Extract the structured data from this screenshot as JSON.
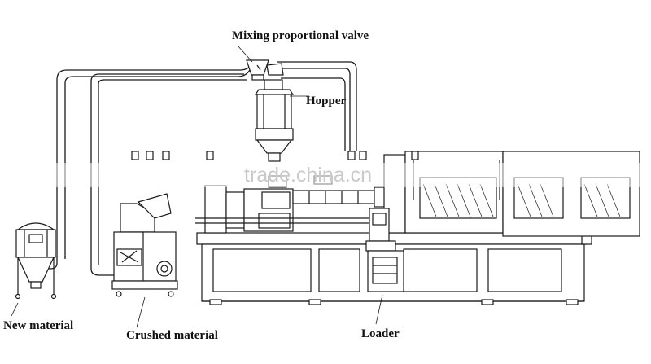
{
  "labels": {
    "mixing_valve": "Mixing proportional valve",
    "hopper": "Hopper",
    "new_material": "New material",
    "crushed_material": "Crushed material",
    "loader": "Loader"
  },
  "watermark": "trade.china.cn",
  "colors": {
    "line": "#1a1a1a",
    "background": "#ffffff",
    "watermark": "#c9c9c9"
  }
}
